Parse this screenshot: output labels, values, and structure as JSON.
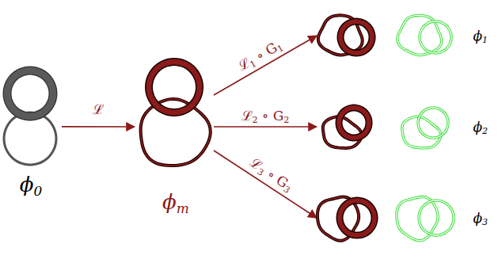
{
  "diagram": {
    "nodes": [
      {
        "text": [
          "ϕ0"
        ]
      },
      {
        "text": [
          "ϕm"
        ]
      },
      {
        "text": [
          "ϕ1"
        ]
      },
      {
        "text": [
          "ϕ2"
        ]
      },
      {
        "text": [
          "ϕ3"
        ]
      }
    ],
    "edges": [
      {
        "from": 0,
        "to": 1,
        "arrow": "to",
        "label": "ℒ"
      },
      {
        "from": 1,
        "to": 2,
        "arrow": "to",
        "label": "ℒ1 ∘ G1"
      },
      {
        "from": 1,
        "to": 3,
        "arrow": "to",
        "label": "ℒ2 ∘ G2"
      },
      {
        "from": 1,
        "to": 4,
        "arrow": "to",
        "label": "ℒ3 ∘ G3"
      }
    ]
  }
}
